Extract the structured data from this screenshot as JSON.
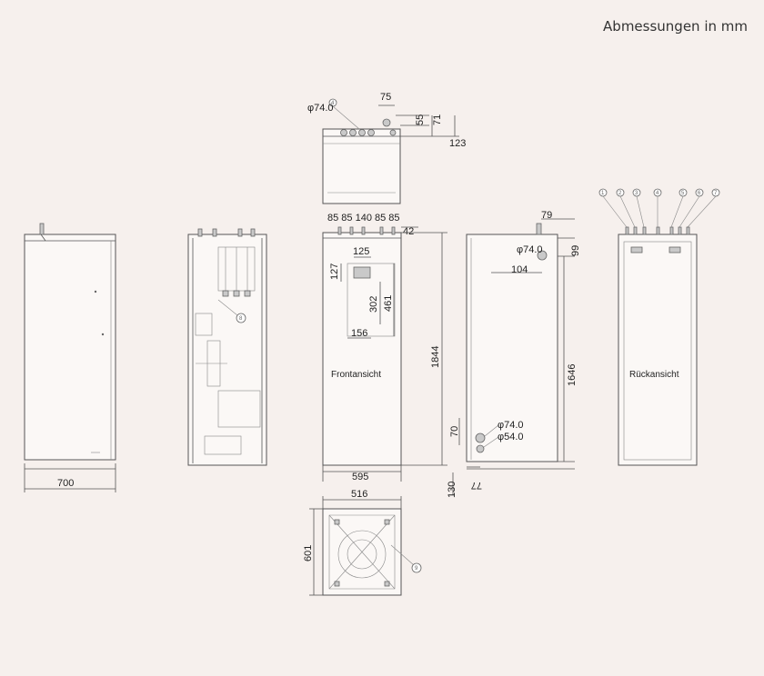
{
  "header": {
    "title": "Abmessungen in mm"
  },
  "views": {
    "front": "Frontansicht",
    "back": "Rückansicht"
  },
  "dims": {
    "side_width": "700",
    "top_pipe_dia": "φ74.0",
    "top_75": "75",
    "top_55": "55",
    "top_71": "71",
    "top_123": "123",
    "front_spacing": "85 85 140 85 85",
    "front_42": "42",
    "front_125": "125",
    "front_127": "127",
    "front_302": "302",
    "front_461": "461",
    "front_156": "156",
    "front_height": "1844",
    "front_width": "595",
    "front_130": "130",
    "bottom_width": "516",
    "bottom_depth": "601",
    "side2_79": "79",
    "side2_dia74": "φ74.0",
    "side2_99": "99",
    "side2_104": "104",
    "side2_1646": "1646",
    "side2_70": "70",
    "side2_low_dia74": "φ74.0",
    "side2_low_dia54": "φ54.0",
    "side2_77": "77"
  },
  "callouts": [
    "1",
    "2",
    "3",
    "4",
    "5",
    "6",
    "7",
    "8",
    "9"
  ]
}
